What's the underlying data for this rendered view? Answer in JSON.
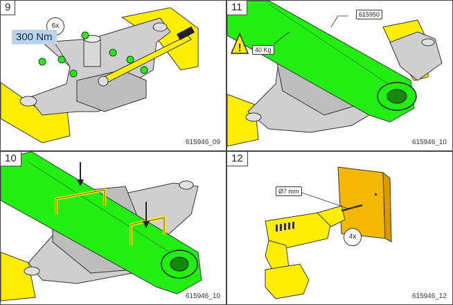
{
  "panels": [
    {
      "step": "9",
      "ref": "615946_09",
      "torque": "300 Nm",
      "count": "6x"
    },
    {
      "step": "11",
      "ref": "615946_10",
      "part": "615950",
      "weight": "40 Kg"
    },
    {
      "step": "10",
      "ref": "615946_10"
    },
    {
      "step": "12",
      "ref": "615946_12",
      "drill": "Ø7 mm",
      "count": "4x"
    }
  ],
  "colors": {
    "green": "#22ee11",
    "yellow": "#ffee00",
    "orange": "#f5b800",
    "gray": "#c8c8c8",
    "torque_bg": "#b9d3ef"
  }
}
